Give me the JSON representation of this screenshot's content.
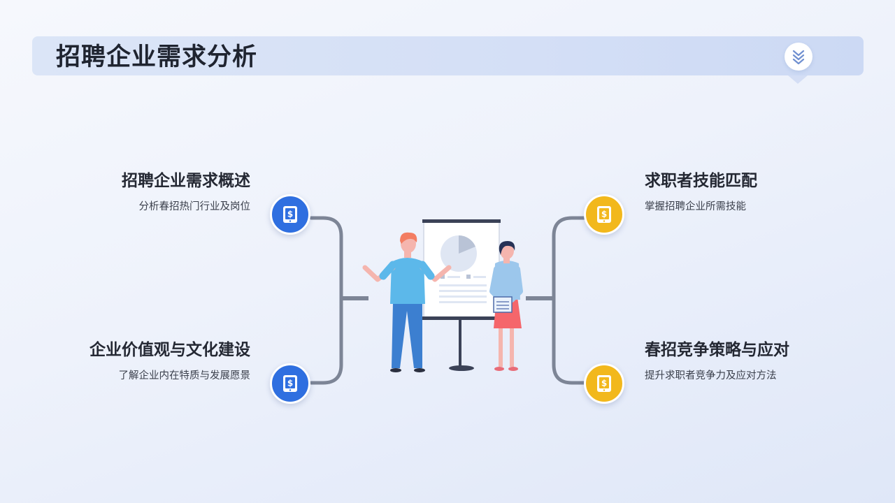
{
  "header": {
    "title": "招聘企业需求分析",
    "badge_icon": "double-chevron-down-icon"
  },
  "items": [
    {
      "title": "招聘企业需求概述",
      "desc": "分析春招热门行业及岗位",
      "icon": "mobile-payment-icon",
      "color": "#2f6fe0"
    },
    {
      "title": "企业价值观与文化建设",
      "desc": "了解企业内在特质与发展愿景",
      "icon": "mobile-payment-icon",
      "color": "#2f6fe0"
    },
    {
      "title": "求职者技能匹配",
      "desc": "掌握招聘企业所需技能",
      "icon": "mobile-payment-icon",
      "color": "#f2b81c"
    },
    {
      "title": "春招竞争策略与应对",
      "desc": "提升求职者竞争力及应对方法",
      "icon": "mobile-payment-icon",
      "color": "#f2b81c"
    }
  ],
  "colors": {
    "accent_blue": "#2f6fe0",
    "accent_yellow": "#f2b81c",
    "connector": "#7d8596"
  }
}
